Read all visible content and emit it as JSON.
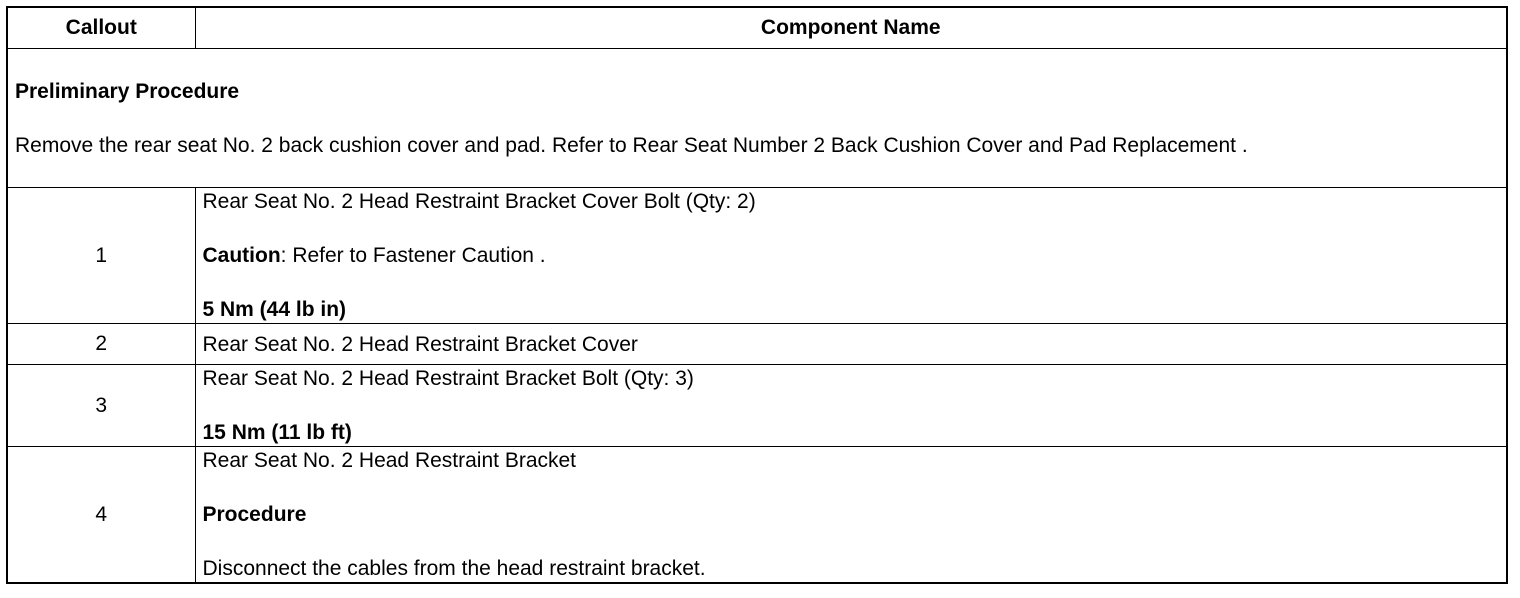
{
  "table": {
    "headers": {
      "callout": "Callout",
      "component": "Component Name"
    },
    "preliminary": {
      "title": "Preliminary Procedure",
      "text": "Remove the rear seat No. 2 back cushion cover and pad. Refer to Rear Seat Number 2 Back Cushion Cover and Pad Replacement ."
    },
    "rows": [
      {
        "callout": "1",
        "name": "Rear Seat No. 2 Head Restraint Bracket Cover Bolt (Qty: 2)",
        "caution_label": "Caution",
        "caution_text": ": Refer to Fastener Caution .",
        "torque": "5 Nm (44 lb in)"
      },
      {
        "callout": "2",
        "name": "Rear Seat No. 2 Head Restraint Bracket Cover"
      },
      {
        "callout": "3",
        "name": "Rear Seat No. 2 Head Restraint Bracket Bolt (Qty: 3)",
        "torque": "15 Nm (11 lb ft)"
      },
      {
        "callout": "4",
        "name": "Rear Seat No. 2 Head Restraint Bracket",
        "procedure_label": "Procedure",
        "procedure_text": "Disconnect the cables from the head restraint bracket."
      }
    ]
  }
}
